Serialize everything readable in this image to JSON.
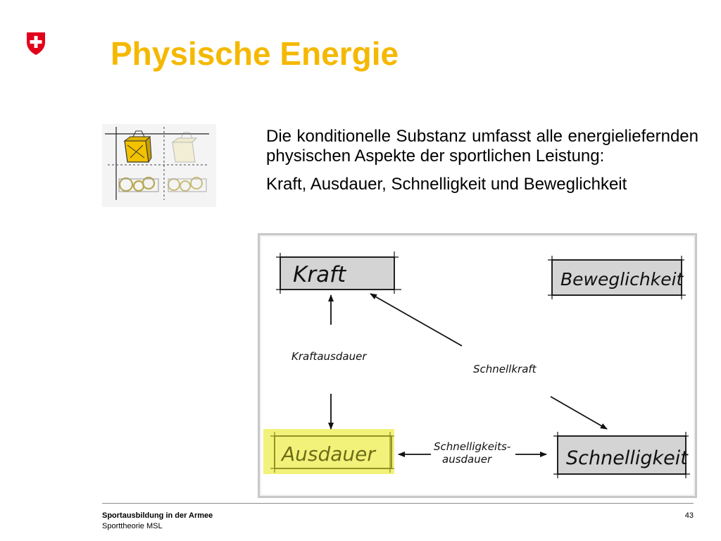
{
  "slide": {
    "title": "Physische Energie",
    "paragraph": "Die konditionelle Substanz umfasst alle energieliefernden physischen Aspekte der sportlichen Leistung:",
    "list_line": "Kraft, Ausdauer, Schnelligkeit und Beweglichkeit"
  },
  "diagram": {
    "box_kraft": "Kraft",
    "box_beweglichkeit": "Beweglichkeit",
    "box_ausdauer": "Ausdauer",
    "box_schnelligkeit": "Schnelligkeit",
    "label_kraftausdauer": "Kraftausdauer",
    "label_schnellkraft": "Schnellkraft",
    "label_schnelligkeitsausdauer_1": "Schnelligkeits-",
    "label_schnelligkeitsausdauer_2": "ausdauer"
  },
  "footer": {
    "organization": "Sportausbildung in der Armee",
    "subtitle": "Sporttheorie MSL",
    "page_number": "43"
  },
  "colors": {
    "title": "#f5b800",
    "swiss_red": "#e3001b",
    "highlight": "#f2f27a",
    "box_fill": "#d4d4d4",
    "diagram_border": "#c8c8c8"
  },
  "icons": {
    "logo": "swiss-cross-shield-icon",
    "thumbnail": "energy-container-gears-illustration"
  }
}
